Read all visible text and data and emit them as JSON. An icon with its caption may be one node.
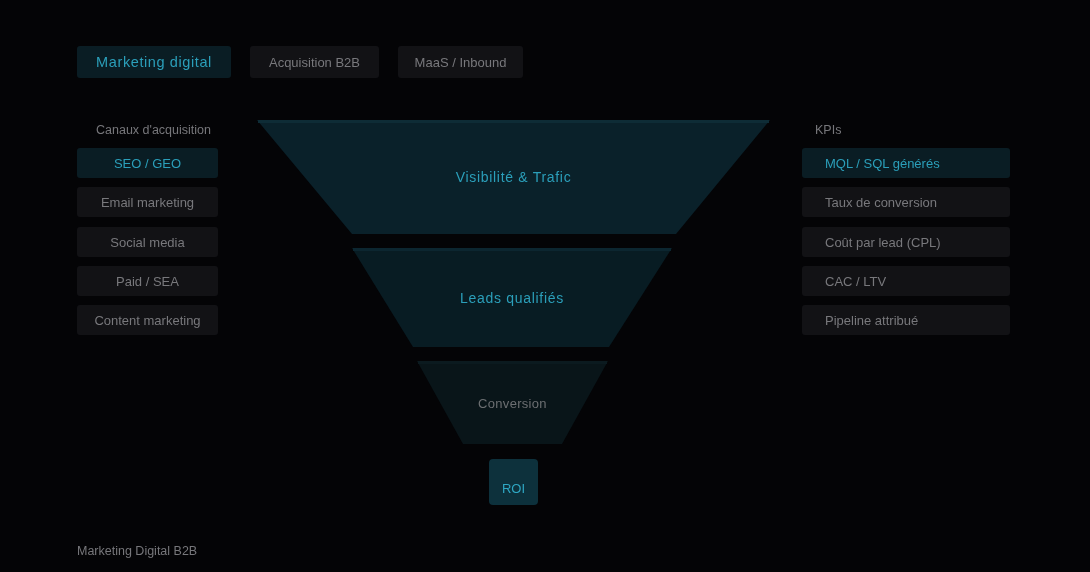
{
  "diagram": {
    "nodes": [
      {
        "text": [
          "Marketing digital"
        ]
      },
      {
        "text": [
          "Acquisition B2B"
        ]
      },
      {
        "text": [
          "MaaS / Inbound"
        ]
      },
      {
        "text": [
          "SEO / GEO"
        ]
      },
      {
        "text": [
          "Email marketing"
        ]
      },
      {
        "text": [
          "Social media"
        ]
      },
      {
        "text": [
          "Paid / SEA"
        ]
      },
      {
        "text": [
          "Content marketing"
        ]
      },
      {
        "text": [
          "Visibilité & Trafic"
        ]
      },
      {
        "text": [
          "Leads qualifiés"
        ]
      },
      {
        "text": [
          "Conversion"
        ]
      },
      {
        "text": [
          "ROI"
        ]
      },
      {
        "text": [
          "MQL / SQL générés"
        ]
      },
      {
        "text": [
          "Taux de conversion"
        ]
      },
      {
        "text": [
          "Coût par lead (CPL)"
        ]
      },
      {
        "text": [
          "CAC / LTV"
        ]
      },
      {
        "text": [
          "Pipeline attribué"
        ]
      }
    ],
    "labels": [
      "Canaux d'acquisition",
      "KPIs",
      "Marketing Digital B2B"
    ]
  }
}
